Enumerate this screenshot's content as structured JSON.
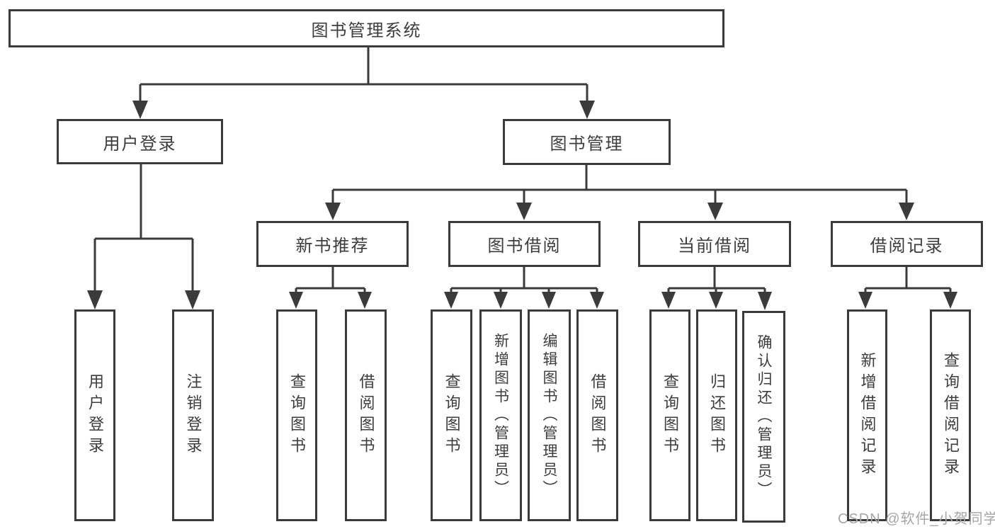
{
  "diagram": {
    "root": {
      "label": "图书管理系统"
    },
    "branches": [
      {
        "label": "用户登录",
        "children": [
          {
            "label": "用户登录"
          },
          {
            "label": "注销登录"
          }
        ]
      },
      {
        "label": "图书管理",
        "groups": [
          {
            "label": "新书推荐",
            "children": [
              {
                "label": "查询图书"
              },
              {
                "label": "借阅图书"
              }
            ]
          },
          {
            "label": "图书借阅",
            "children": [
              {
                "label": "查询图书"
              },
              {
                "label": "新增图书（管理员）"
              },
              {
                "label": "编辑图书（管理员）"
              },
              {
                "label": "借阅图书"
              }
            ]
          },
          {
            "label": "当前借阅",
            "children": [
              {
                "label": "查询图书"
              },
              {
                "label": "归还图书"
              },
              {
                "label": "确认归还（管理员）"
              }
            ]
          },
          {
            "label": "借阅记录",
            "children": [
              {
                "label": "新增借阅记录"
              },
              {
                "label": "查询借阅记录"
              }
            ]
          }
        ]
      }
    ],
    "watermark": "CSDN @软件_小贺同学",
    "colors": {
      "line": "#3b3b3b",
      "box_border": "#3b3b3b",
      "text": "#3d3d3d",
      "watermark": "#a6a6a6",
      "background": "#ffffff"
    }
  }
}
